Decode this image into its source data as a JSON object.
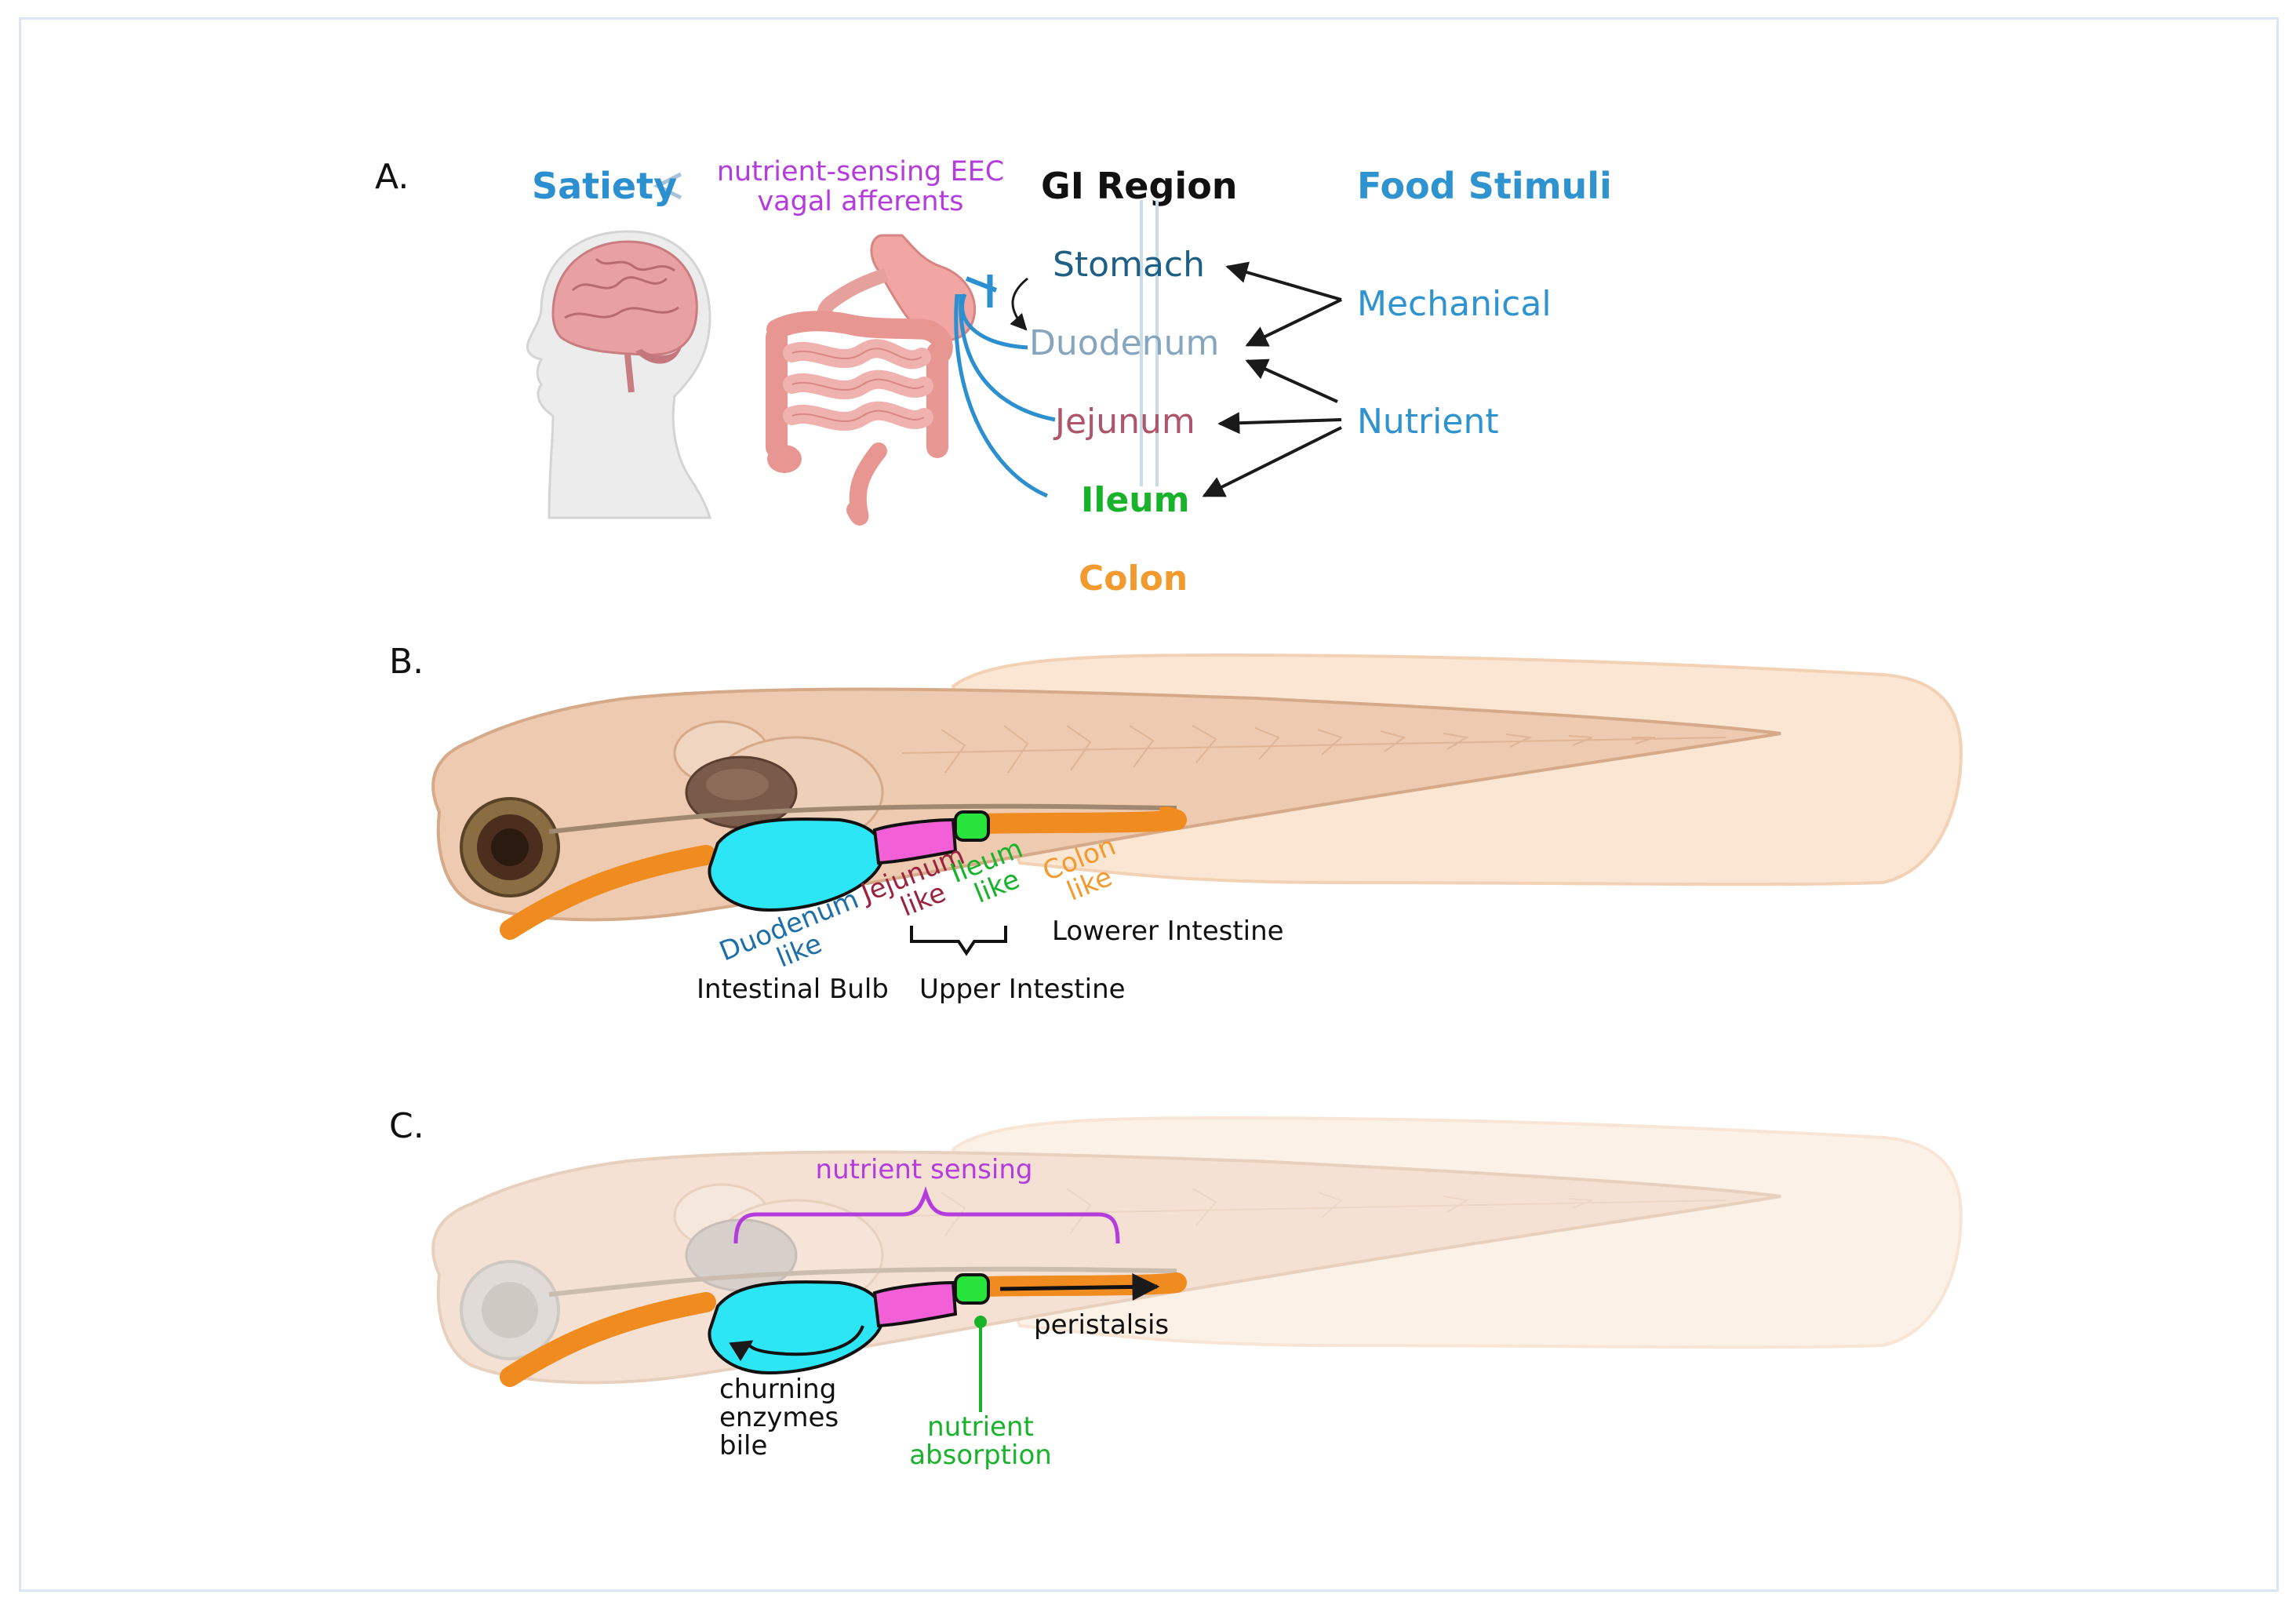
{
  "panels": {
    "a": {
      "label": "A.",
      "satiety": "Satiety",
      "signal_line1": "nutrient-sensing EEC",
      "signal_line2": "vagal afferents",
      "gi_region": "GI Region",
      "food_stimuli": "Food Stimuli",
      "regions": {
        "stomach": "Stomach",
        "duodenum": "Duodenum",
        "jejunum": "Jejunum",
        "ileum": "Ileum",
        "colon": "Colon"
      },
      "stimuli": {
        "mechanical": "Mechanical",
        "nutrient": "Nutrient"
      }
    },
    "b": {
      "label": "B.",
      "segment_labels": {
        "duodenum_like_1": "Duodenum",
        "duodenum_like_2": "like",
        "jejunum_like_1": "Jejunum",
        "jejunum_like_2": "like",
        "ileum_like_1": "Ileum",
        "ileum_like_2": "like",
        "colon_like_1": "Colon",
        "colon_like_2": "like"
      },
      "intestinal_bulb": "Intestinal Bulb",
      "upper_intestine": "Upper Intestine",
      "lower_intestine": "Lowerer Intestine"
    },
    "c": {
      "label": "C.",
      "nutrient_sensing": "nutrient sensing",
      "peristalsis": "peristalsis",
      "churning": "churning",
      "enzymes": "enzymes",
      "bile": "bile",
      "nutrient_absorption_1": "nutrient",
      "nutrient_absorption_2": "absorption"
    }
  },
  "colors": {
    "satiety": "#2b8fd0",
    "signal": "#b43bdc",
    "stomach": "#1e5f86",
    "duodenum": "#86a6bf",
    "jejunum": "#b0546b",
    "ileum": "#19b32b",
    "colon": "#f39a2e",
    "stimuli": "#2e93cf",
    "bulb": "#2ce6f5",
    "jejunum_seg": "#f25fd6",
    "ileum_seg": "#27e33c",
    "gut_tube": "#f08b1f"
  }
}
